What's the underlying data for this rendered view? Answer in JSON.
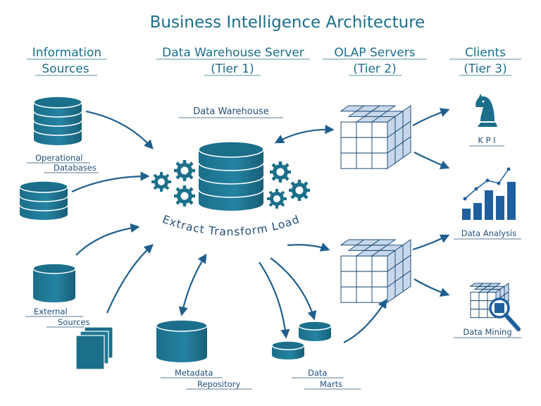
{
  "title": "Business Intelligence Architecture",
  "columns": {
    "sources": {
      "line1": "Information",
      "line2": "Sources"
    },
    "dw_server": {
      "line1": "Data Warehouse Server",
      "line2": "(Tier 1)"
    },
    "olap": {
      "line1": "OLAP Servers",
      "line2": "(Tier 2)"
    },
    "clients": {
      "line1": "Clients",
      "line2": "(Tier 3)"
    }
  },
  "labels": {
    "data_warehouse": "Data Warehouse",
    "operational_1": "Operational",
    "operational_2": "Databases",
    "external_1": "External",
    "external_2": "Sources",
    "metadata_1": "Metadata",
    "metadata_2": "Repository",
    "marts_1": "Data",
    "marts_2": "Marts",
    "etl": "Extract  Transform  Load",
    "kpi": "K P I",
    "data_analysis": "Data Analysis",
    "data_mining": "Data Mining"
  },
  "colors": {
    "primary": "#1b6f8a",
    "dark": "#1f4f79",
    "arrow": "#1f5f8e",
    "cube_face": "#ffffff",
    "cube_side": "#c8d8ea"
  },
  "icons": [
    "database-icon",
    "gear-icon",
    "olap-cube-icon",
    "chess-knight-icon",
    "bar-chart-icon",
    "magnifier-icon",
    "document-stack-icon"
  ]
}
